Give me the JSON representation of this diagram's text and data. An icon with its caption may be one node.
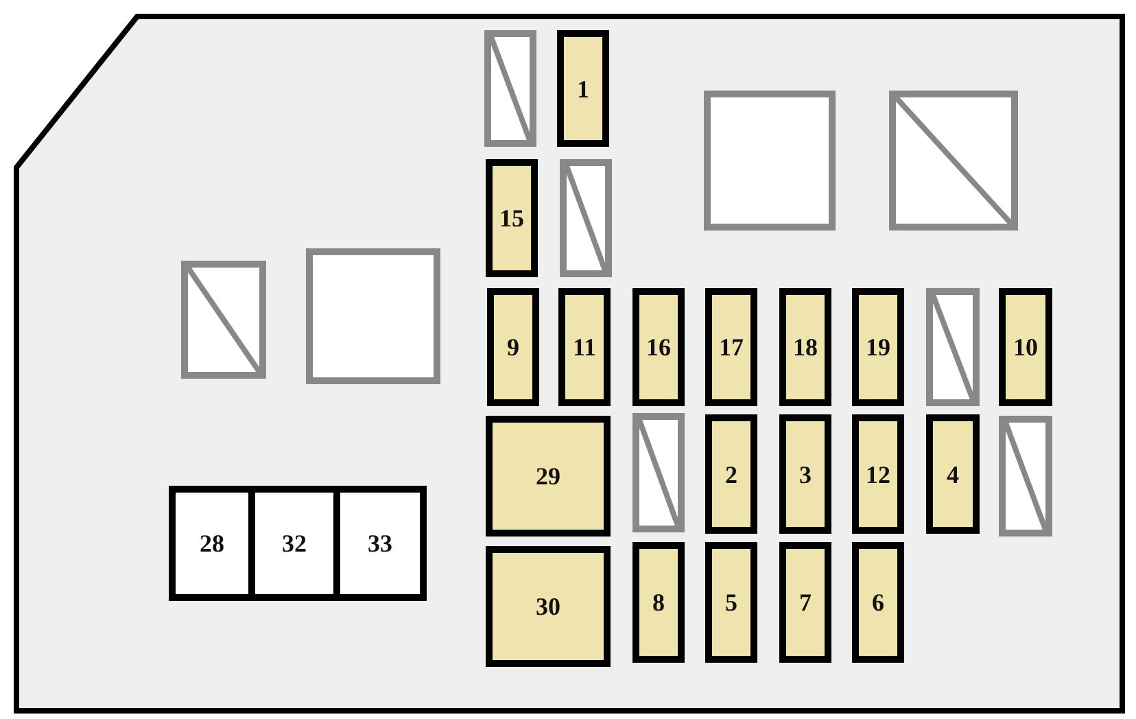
{
  "diagram": {
    "nodes": [
      {
        "text": [],
        "shape": "box"
      },
      {
        "text": [],
        "shape": "box",
        "in": 0
      },
      {
        "text": [
          "1"
        ],
        "in": 0
      },
      {
        "text": [],
        "shape": "box",
        "in": 0
      },
      {
        "text": [],
        "shape": "box",
        "in": 0
      },
      {
        "text": [
          "15"
        ],
        "in": 0
      },
      {
        "text": [],
        "shape": "box",
        "in": 0
      },
      {
        "text": [],
        "shape": "box",
        "in": 0
      },
      {
        "text": [],
        "shape": "box",
        "in": 0
      },
      {
        "text": [
          "9"
        ],
        "in": 0
      },
      {
        "text": [
          "11"
        ],
        "in": 0
      },
      {
        "text": [
          "16"
        ],
        "in": 0
      },
      {
        "text": [
          "17"
        ],
        "in": 0
      },
      {
        "text": [
          "18"
        ],
        "in": 0
      },
      {
        "text": [
          "19"
        ],
        "in": 0
      },
      {
        "text": [],
        "shape": "box",
        "in": 0
      },
      {
        "text": [
          "10"
        ],
        "in": 0
      },
      {
        "text": [
          "29"
        ],
        "in": 0
      },
      {
        "text": [],
        "shape": "box",
        "in": 0
      },
      {
        "text": [
          "2"
        ],
        "in": 0
      },
      {
        "text": [
          "3"
        ],
        "in": 0
      },
      {
        "text": [
          "12"
        ],
        "in": 0
      },
      {
        "text": [
          "4"
        ],
        "in": 0
      },
      {
        "text": [],
        "shape": "box",
        "in": 0
      },
      {
        "text": [
          "28"
        ],
        "in": 0
      },
      {
        "text": [
          "32"
        ],
        "in": 0
      },
      {
        "text": [
          "33"
        ],
        "in": 0
      },
      {
        "text": [
          "30"
        ],
        "in": 0
      },
      {
        "text": [
          "8"
        ],
        "in": 0
      },
      {
        "text": [
          "5"
        ],
        "in": 0
      },
      {
        "text": [
          "7"
        ],
        "in": 0
      },
      {
        "text": [
          "6"
        ],
        "in": 0
      }
    ],
    "edges": []
  }
}
